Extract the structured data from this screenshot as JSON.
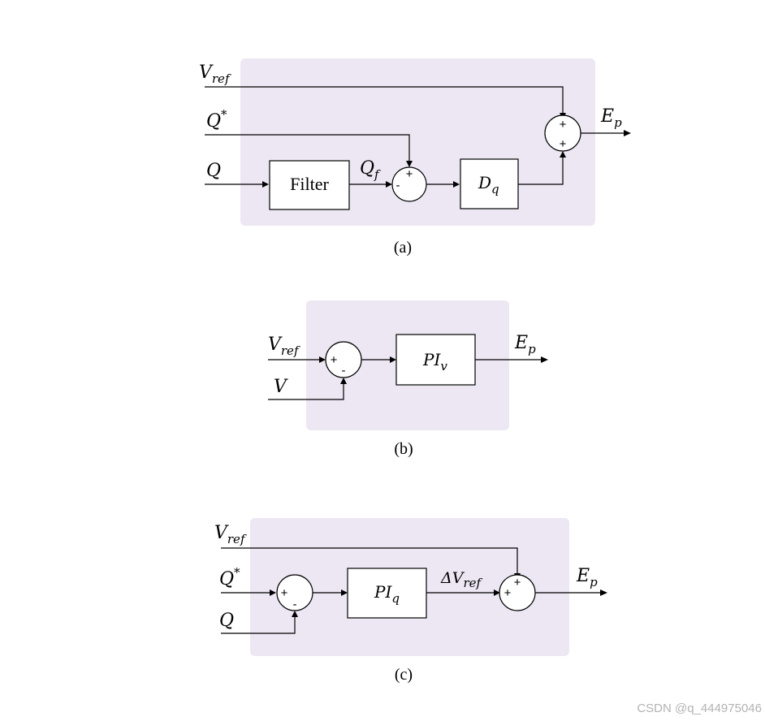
{
  "diagram_a": {
    "caption": "(a)",
    "input_vref": {
      "main": "V",
      "sub": "ref"
    },
    "input_qstar": {
      "main": "Q",
      "sup": "*"
    },
    "input_q": "Q",
    "filter_label": "Filter",
    "qf": {
      "main": "Q",
      "sub": "f"
    },
    "dq": {
      "main": "D",
      "sub": "q"
    },
    "output": {
      "main": "E",
      "sub": "p"
    },
    "sum1_signs": {
      "top": "+",
      "left": "-"
    },
    "sum2_signs": {
      "top": "+",
      "bottom": "+"
    }
  },
  "diagram_b": {
    "caption": "(b)",
    "input_vref": {
      "main": "V",
      "sub": "ref"
    },
    "input_v": "V",
    "pi": {
      "main": "PI",
      "sub": "v"
    },
    "output": {
      "main": "E",
      "sub": "p"
    },
    "sum_signs": {
      "left": "+",
      "bottom": "-"
    }
  },
  "diagram_c": {
    "caption": "(c)",
    "input_vref": {
      "main": "V",
      "sub": "ref"
    },
    "input_qstar": {
      "main": "Q",
      "sup": "*"
    },
    "input_q": "Q",
    "pi": {
      "main": "PI",
      "sub": "q"
    },
    "dvref": {
      "main": "ΔV",
      "sub": "ref"
    },
    "output": {
      "main": "E",
      "sub": "p"
    },
    "sum1_signs": {
      "left": "+",
      "bottom": "-"
    },
    "sum2_signs": {
      "top": "+",
      "left": "+"
    }
  },
  "watermark": "CSDN @q_444975046"
}
